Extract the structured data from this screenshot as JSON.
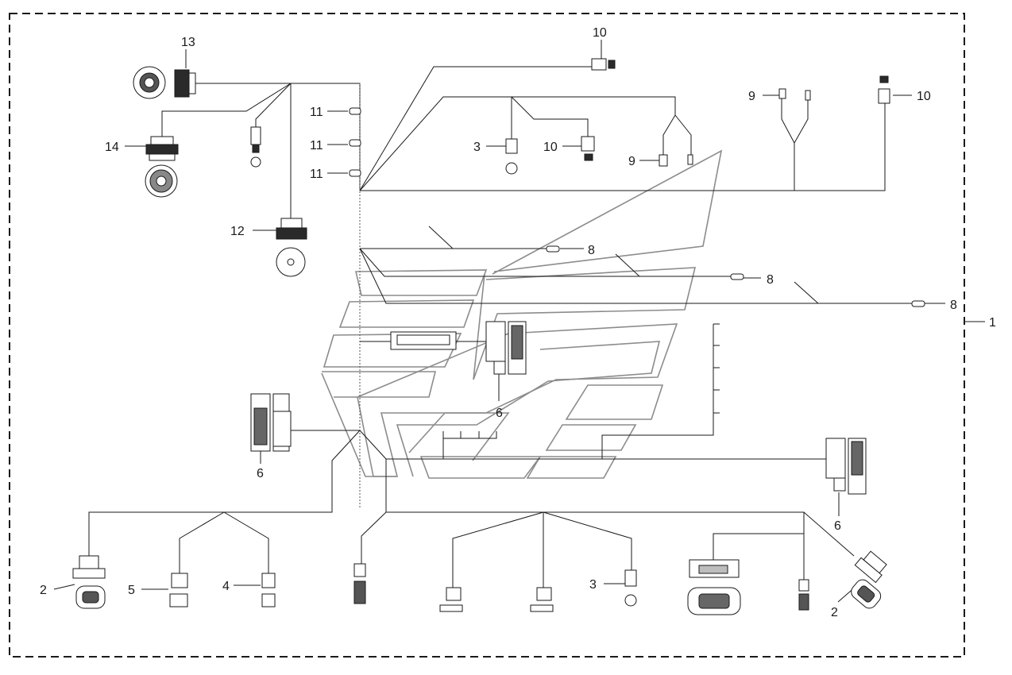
{
  "callouts": {
    "c1": "1",
    "c2a": "2",
    "c2b": "2",
    "c3a": "3",
    "c3b": "3",
    "c4": "4",
    "c5": "5",
    "c6a": "6",
    "c6b": "6",
    "c6c": "6",
    "c8a": "8",
    "c8b": "8",
    "c8c": "8",
    "c9a": "9",
    "c9b": "9",
    "c10a": "10",
    "c10b": "10",
    "c10c": "10",
    "c11a": "11",
    "c11b": "11",
    "c11c": "11",
    "c12": "12",
    "c13": "13",
    "c14": "14"
  },
  "colors": {
    "line": "#1a1a1a",
    "panel_outline": "#8c8c8c",
    "background": "#ffffff"
  }
}
